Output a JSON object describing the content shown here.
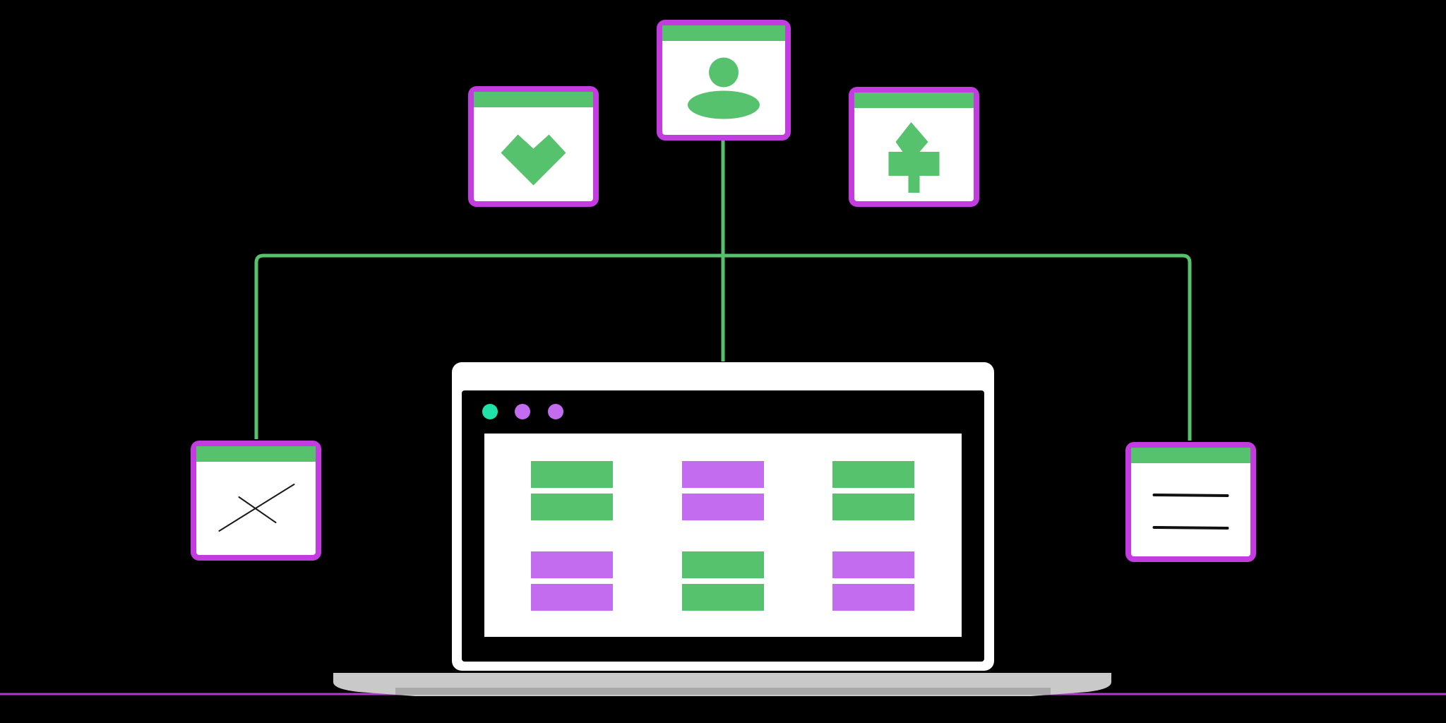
{
  "colors": {
    "background": "#000000",
    "green": "#57c26d",
    "purple": "#c46cf0",
    "magenta_border": "#c23cdf",
    "connector": "#57c26d",
    "white": "#ffffff",
    "dot_teal": "#1fe3a8",
    "dot_purple": "#c46cf0",
    "ground_line": "#b13ccb",
    "laptop_base": "#c9c9c9"
  },
  "nodes": [
    {
      "id": "heart-card",
      "icon": "heart-icon"
    },
    {
      "id": "user-card",
      "icon": "user-icon"
    },
    {
      "id": "tree-card",
      "icon": "tree-icon"
    },
    {
      "id": "cross-card",
      "icon": "cross-icon"
    },
    {
      "id": "menu-card",
      "icon": "menu-lines-icon"
    }
  ],
  "laptop": {
    "window_dots": [
      "teal",
      "purple",
      "purple"
    ],
    "grid_tiles": [
      "green",
      "purple",
      "green",
      "purple",
      "green",
      "purple"
    ]
  }
}
